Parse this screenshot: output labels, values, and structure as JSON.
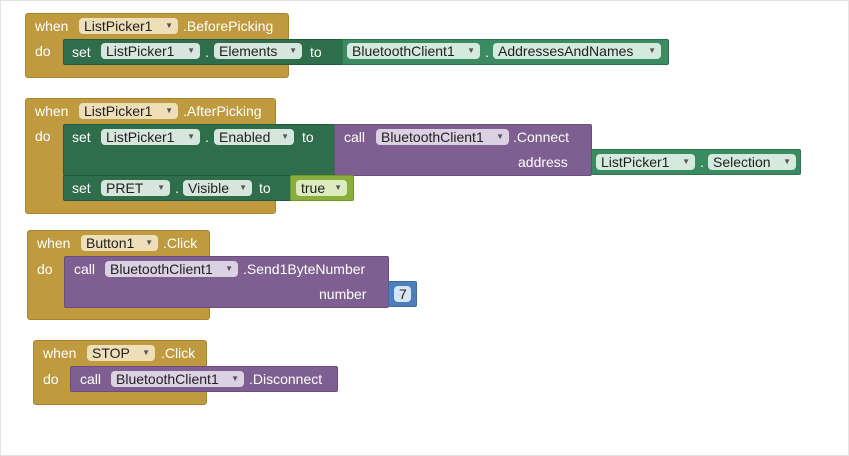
{
  "keywords": {
    "when": "when",
    "do": "do",
    "set": "set",
    "to": "to",
    "call": "call",
    "address": "address",
    "number": "number"
  },
  "blocks": [
    {
      "event_component": "ListPicker1",
      "event_name": ".BeforePicking",
      "set_component": "ListPicker1",
      "set_property": "Elements",
      "value_component": "BluetoothClient1",
      "value_property": "AddressesAndNames"
    },
    {
      "event_component": "ListPicker1",
      "event_name": ".AfterPicking",
      "set_component": "ListPicker1",
      "set_property": "Enabled",
      "call_component": "BluetoothClient1",
      "call_method": ".Connect",
      "arg_component": "ListPicker1",
      "arg_property": "Selection",
      "set2_component": "PRET",
      "set2_property": "Visible",
      "set2_value": "true"
    },
    {
      "event_component": "Button1",
      "event_name": ".Click",
      "call_component": "BluetoothClient1",
      "call_method": ".Send1ByteNumber",
      "arg_value": "7"
    },
    {
      "event_component": "STOP",
      "event_name": ".Click",
      "call_component": "BluetoothClient1",
      "call_method": ".Disconnect"
    }
  ],
  "separator": ".",
  "dropdown_arrow": "▼",
  "colors": {
    "event": "#bf9a3f",
    "variable_setter": "#2f6e4a",
    "component_getter": "#3a8a62",
    "procedure_call": "#7f5f91",
    "logic": "#8aae3b",
    "math": "#4d7ebc"
  }
}
